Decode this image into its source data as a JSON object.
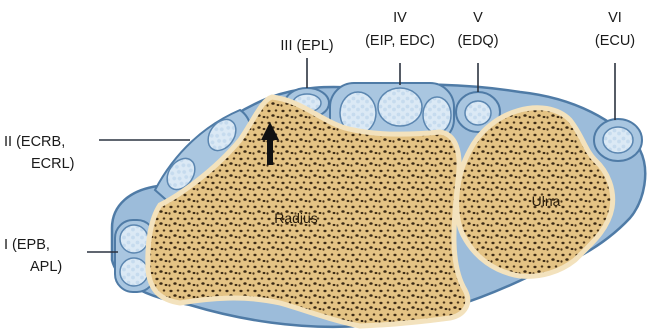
{
  "labels": {
    "comp1": {
      "line1": "I (EPB,",
      "line2": "APL)"
    },
    "comp2": {
      "line1": "II (ECRB,",
      "line2": "ECRL)"
    },
    "comp3": {
      "line1": "III (EPL)"
    },
    "comp4": {
      "line1": "IV",
      "line2": "(EIP, EDC)"
    },
    "comp5": {
      "line1": "V",
      "line2": "(EDQ)"
    },
    "comp6": {
      "line1": "VI",
      "line2": "(ECU)"
    }
  },
  "bones": {
    "radius": "Radius",
    "ulna": "Ulna"
  },
  "colors": {
    "bone_fill": "#e8c98e",
    "bone_edge": "#f6e6c2",
    "pore": "#3a2a17",
    "sheath": "#8fb3d4",
    "sheath_dark": "#4f7ba6",
    "tendon": "#d5e6f3",
    "leader": "#2b3340"
  },
  "icons": {
    "arrow": "up-arrow-icon"
  }
}
